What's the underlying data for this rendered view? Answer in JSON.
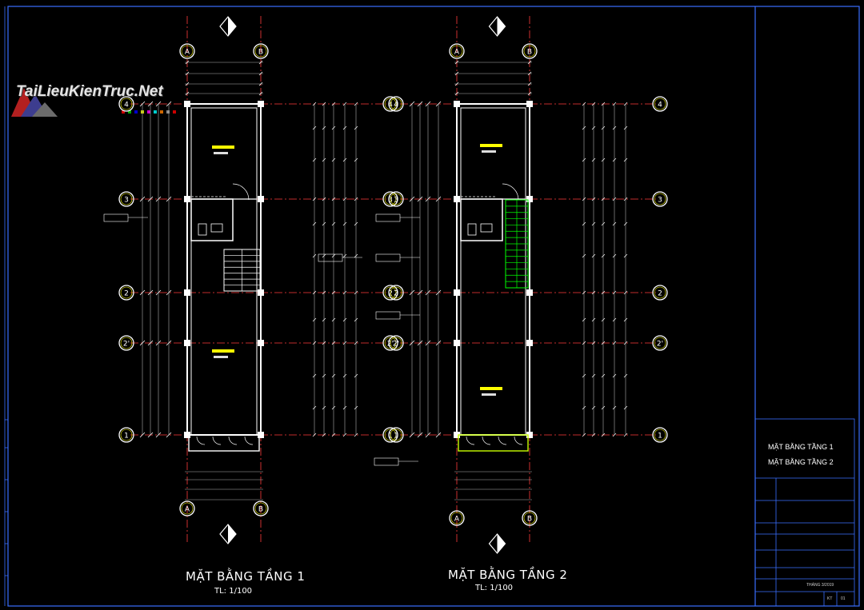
{
  "watermark": "TaiLieuKienTruc.Net",
  "plans": [
    {
      "title": "MẶT BẰNG TẦNG 1",
      "scale": "TL: 1/100"
    },
    {
      "title": "MẶT BẰNG TẦNG 2",
      "scale": "TL: 1/100"
    }
  ],
  "titleblock": {
    "drawing_names": [
      "MẶT BẰNG TẦNG 1",
      "MẶT BẰNG TẦNG 2"
    ],
    "date": "THÁNG 3/2019",
    "sheet_label": "KT",
    "sheet_number": "01"
  },
  "colors": {
    "background": "#000000",
    "grid": "#ff3b3b",
    "wall": "#ffffff",
    "dim": "#b0b0b0",
    "text": "#ffff00",
    "stair": "#00ff00"
  }
}
